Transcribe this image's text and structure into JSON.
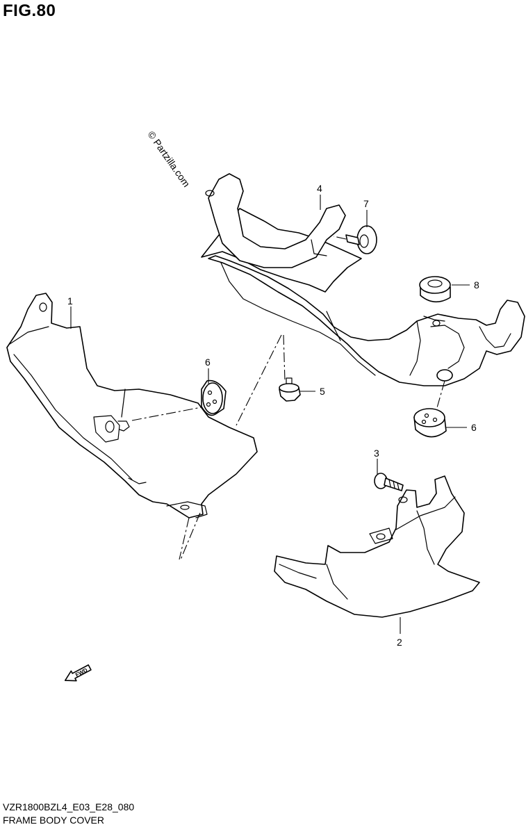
{
  "figure": {
    "title": "FIG.80",
    "watermark": "© Partzilla.com",
    "fwd_label": "FWD"
  },
  "callouts": [
    {
      "id": "1",
      "label": "1"
    },
    {
      "id": "2",
      "label": "2"
    },
    {
      "id": "3",
      "label": "3"
    },
    {
      "id": "4",
      "label": "4"
    },
    {
      "id": "5",
      "label": "5"
    },
    {
      "id": "6a",
      "label": "6"
    },
    {
      "id": "6b",
      "label": "6"
    },
    {
      "id": "7",
      "label": "7"
    },
    {
      "id": "8",
      "label": "8"
    }
  ],
  "footer": {
    "model_code": "VZR1800BZL4_E03_E28_080",
    "section_title": "FRAME BODY COVER"
  }
}
